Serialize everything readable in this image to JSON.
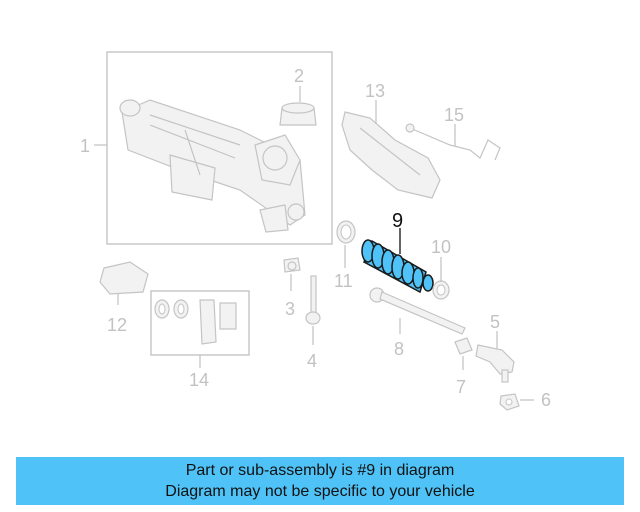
{
  "diagram": {
    "callouts": {
      "c1": "1",
      "c2": "2",
      "c3": "3",
      "c4": "4",
      "c5": "5",
      "c6": "6",
      "c7": "7",
      "c8": "8",
      "c9": "9",
      "c10": "10",
      "c11": "11",
      "c12": "12",
      "c13": "13",
      "c14": "14",
      "c15": "15"
    },
    "highlight_part": "9",
    "colors": {
      "highlight_fill": "#4fc3f7",
      "highlight_stroke": "#1a1a1a",
      "line_gray": "#c4c4c4",
      "banner": "#4fc3f7"
    }
  },
  "footer": {
    "line1": "Part or sub-assembly is #9 in diagram",
    "line2": "Diagram may not be specific to your vehicle"
  }
}
